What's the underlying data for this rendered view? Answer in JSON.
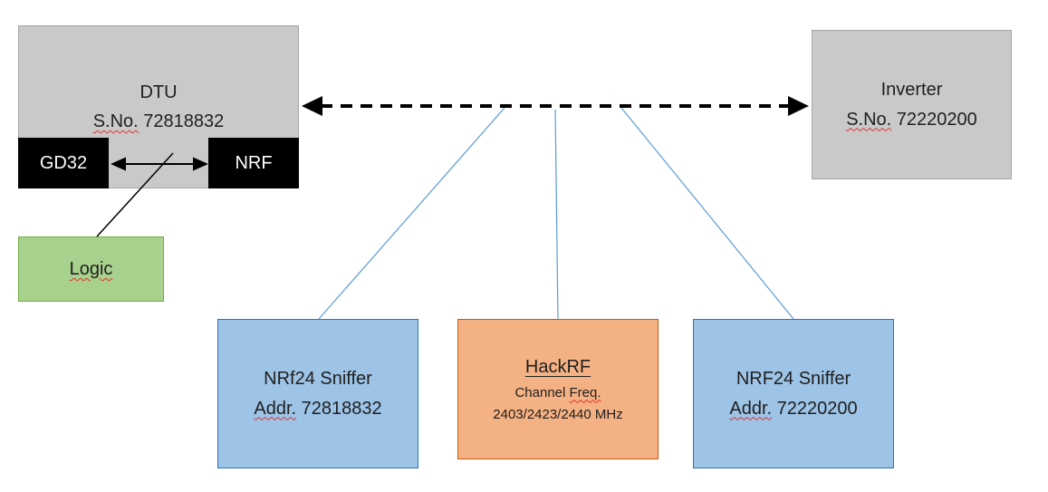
{
  "colors": {
    "gray_fill": "#c9c9c9",
    "gray_border": "#a6a6a6",
    "black_fill": "#000000",
    "green_fill": "#a9d18e",
    "green_border": "#70ad47",
    "blue_fill": "#9dc3e6",
    "blue_border": "#2e75b6",
    "orange_fill": "#f4b183",
    "orange_border": "#c55a11",
    "connector_blue": "#5b9bd5",
    "arrow_black": "#000000",
    "spellcheck_red": "#e03232",
    "text": "#1f1f1f"
  },
  "nodes": {
    "dtu": {
      "title": "DTU",
      "serial_label": "S.No.",
      "serial_number": "72818832"
    },
    "gd32": {
      "label": "GD32"
    },
    "nrf": {
      "label": "NRF"
    },
    "logic": {
      "label": "Logic"
    },
    "inverter": {
      "title": "Inverter",
      "serial_label": "S.No.",
      "serial_number": "72220200"
    },
    "sniffer_left": {
      "title": "NRf24 Sniffer",
      "addr_label": "Addr.",
      "addr_number": "72818832"
    },
    "hackrf": {
      "title": "HackRF",
      "channel_label": "Channel",
      "freq_label": "Freq.",
      "frequencies": "2403/2423/2440 MHz"
    },
    "sniffer_right": {
      "title": "NRF24 Sniffer",
      "addr_label": "Addr.",
      "addr_number": "72220200"
    }
  }
}
